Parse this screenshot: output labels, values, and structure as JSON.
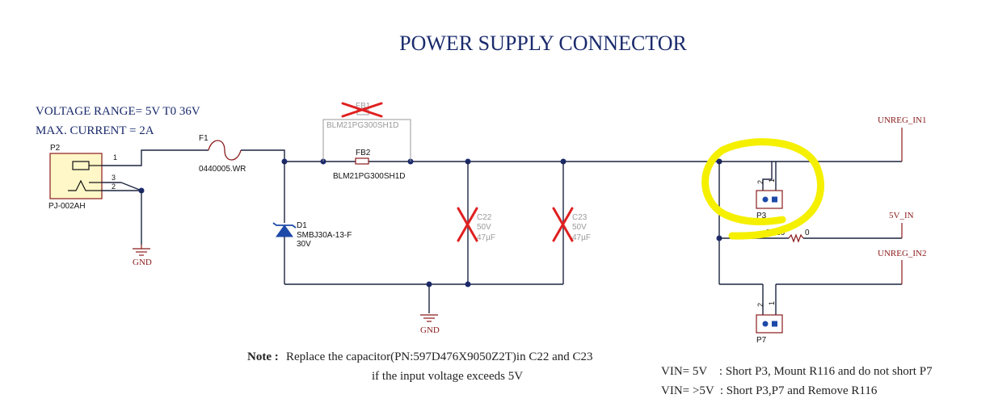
{
  "title": "POWER SUPPLY CONNECTOR",
  "specs": {
    "voltage_range": "VOLTAGE RANGE= 5V T0 36V",
    "max_current": "MAX. CURRENT = 2A"
  },
  "components": {
    "p2": {
      "ref": "P2",
      "part": "PJ-002AH",
      "pin1": "1",
      "pin2": "2",
      "pin3": "3"
    },
    "f1": {
      "ref": "F1",
      "part": "0440005.WR"
    },
    "fb1": {
      "ref": "FB1",
      "part": "BLM21PG300SH1D"
    },
    "fb2": {
      "ref": "FB2",
      "part": "BLM21PG300SH1D"
    },
    "d1": {
      "ref": "D1",
      "part": "SMBJ30A-13-F",
      "voltage": "30V"
    },
    "c22": {
      "ref": "C22",
      "voltage": "50V",
      "value": "47µF"
    },
    "c23": {
      "ref": "C23",
      "voltage": "50V",
      "value": "47µF"
    },
    "p3": {
      "ref": "P3",
      "pin1": "1",
      "pin2": "2"
    },
    "p7": {
      "ref": "P7",
      "pin1": "1",
      "pin2": "2"
    },
    "r116": {
      "ref": "R116",
      "value": "0"
    }
  },
  "nets": {
    "gnd1": "GND",
    "gnd2": "GND",
    "unreg_in1": "UNREG_IN1",
    "v5_in": "5V_IN",
    "unreg_in2": "UNREG_IN2"
  },
  "note": {
    "label": "Note :",
    "line1": "Replace the capacitor(PN:597D476X9050Z2T)in C22 and C23",
    "line2": "if the input voltage exceeds 5V"
  },
  "config": {
    "line1": "VIN= 5V    : Short P3, Mount R116 and do not short P7",
    "line2": "VIN= >5V  : Short P3,P7 and Remove R116"
  },
  "colors": {
    "wire": "#1c2440",
    "net_label": "#8b1a1a",
    "dnp_cross": "#e02020",
    "highlight": "#f5ef00",
    "title": "#1a2a6c"
  }
}
